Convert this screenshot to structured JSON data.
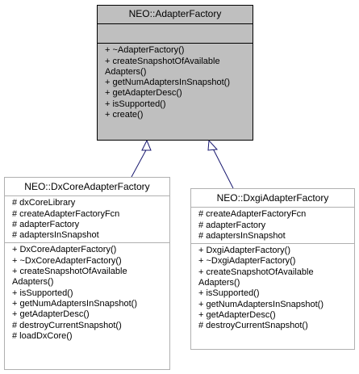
{
  "parent": {
    "name": "NEO::AdapterFactory",
    "attributes": [],
    "methods": [
      "+ ~AdapterFactory()",
      "+ createSnapshotOfAvailable",
      "Adapters()",
      "+ getNumAdaptersInSnapshot()",
      "+ getAdapterDesc()",
      "+ isSupported()",
      "+ create()"
    ]
  },
  "children": [
    {
      "name": "NEO::DxCoreAdapterFactory",
      "attributes": [
        "# dxCoreLibrary",
        "# createAdapterFactoryFcn",
        "# adapterFactory",
        "# adaptersInSnapshot"
      ],
      "methods": [
        "+ DxCoreAdapterFactory()",
        "+ ~DxCoreAdapterFactory()",
        "+ createSnapshotOfAvailable",
        "Adapters()",
        "+ isSupported()",
        "+ getNumAdaptersInSnapshot()",
        "+ getAdapterDesc()",
        "# destroyCurrentSnapshot()",
        "# loadDxCore()"
      ]
    },
    {
      "name": "NEO::DxgiAdapterFactory",
      "attributes": [
        "# createAdapterFactoryFcn",
        "# adapterFactory",
        "# adaptersInSnapshot"
      ],
      "methods": [
        "+ DxgiAdapterFactory()",
        "+ ~DxgiAdapterFactory()",
        "+ createSnapshotOfAvailable",
        "Adapters()",
        "+ isSupported()",
        "+ getNumAdaptersInSnapshot()",
        "+ getAdapterDesc()",
        "# destroyCurrentSnapshot()"
      ]
    }
  ],
  "colors": {
    "parent_fill": "#bfbfbf",
    "child_border": "#b0b0b0",
    "edge": "#191970"
  }
}
